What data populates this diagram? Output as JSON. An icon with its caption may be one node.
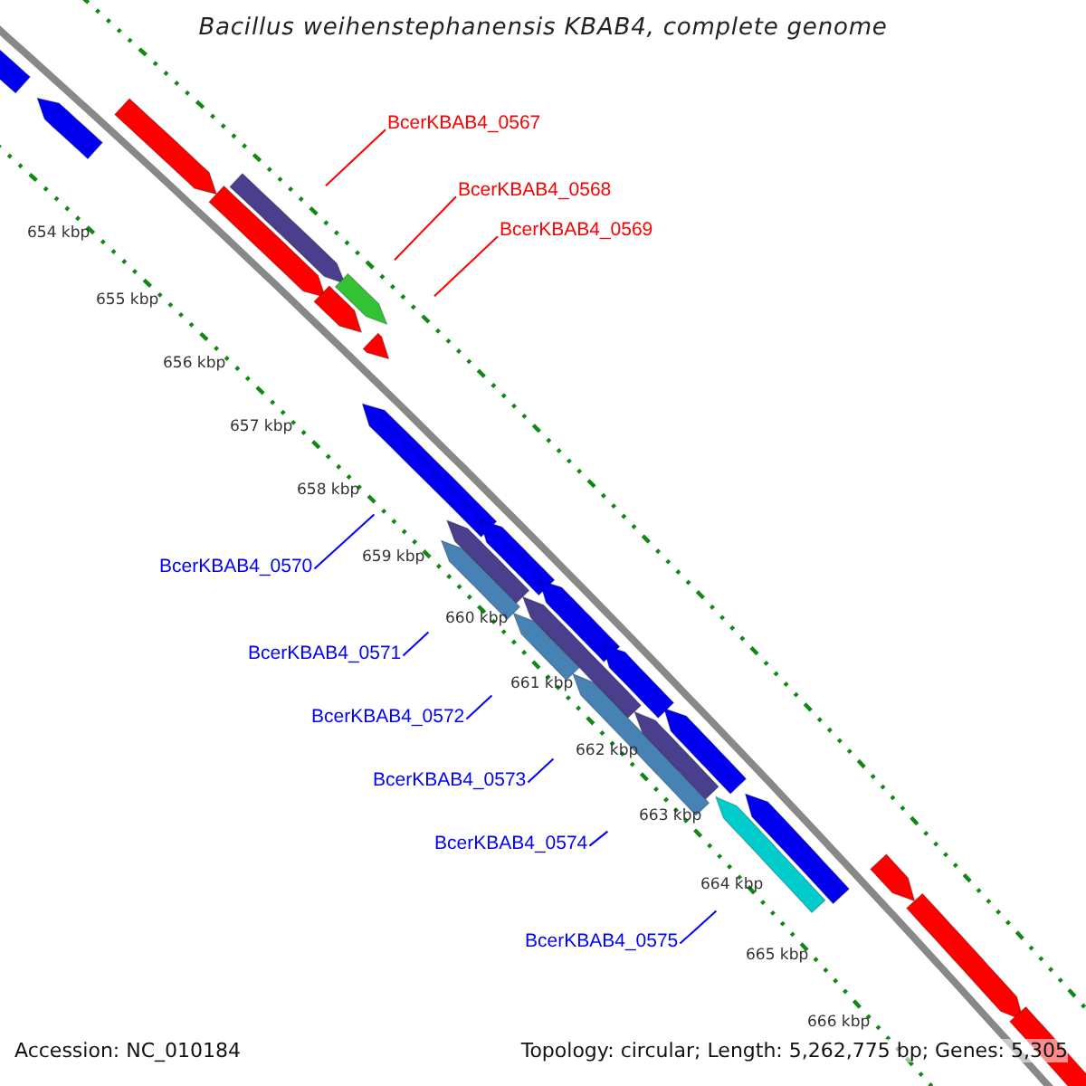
{
  "diagram": {
    "title": "Bacillus weihenstephanensis KBAB4, complete genome",
    "nodes": [
      {
        "text": [
          "BcerKBAB4_0567"
        ]
      },
      {
        "text": [
          "BcerKBAB4_0568"
        ]
      },
      {
        "text": [
          "BcerKBAB4_0569"
        ]
      },
      {
        "text": [
          "BcerKBAB4_0570"
        ]
      },
      {
        "text": [
          "BcerKBAB4_0571"
        ]
      },
      {
        "text": [
          "BcerKBAB4_0572"
        ]
      },
      {
        "text": [
          "BcerKBAB4_0573"
        ]
      },
      {
        "text": [
          "BcerKBAB4_0574"
        ]
      },
      {
        "text": [
          "BcerKBAB4_0575"
        ]
      }
    ],
    "edges": [
      {
        "from": 0,
        "to": null,
        "arrow": "none",
        "color": "#ff0000"
      },
      {
        "from": 1,
        "to": null,
        "arrow": "none",
        "color": "#ff0000"
      },
      {
        "from": 2,
        "to": null,
        "arrow": "none",
        "color": "#ff0000"
      },
      {
        "from": 3,
        "to": null,
        "arrow": "none"
      },
      {
        "from": 4,
        "to": null,
        "arrow": "none"
      },
      {
        "from": 5,
        "to": null,
        "arrow": "none"
      },
      {
        "from": 6,
        "to": null,
        "arrow": "none"
      },
      {
        "from": 7,
        "to": null,
        "arrow": "none"
      },
      {
        "from": 8,
        "to": null,
        "arrow": "none"
      }
    ],
    "labels": [
      "654 kbp",
      "655 kbp",
      "656 kbp",
      "657 kbp",
      "658 kbp",
      "659 kbp",
      "660 kbp",
      "661 kbp",
      "662 kbp",
      "663 kbp",
      "664 kbp",
      "665 kbp",
      "666 kbp",
      "Accession: NC_010184",
      "Topology: circular; Length: 5,262,775 bp; Genes: 5,305"
    ]
  }
}
